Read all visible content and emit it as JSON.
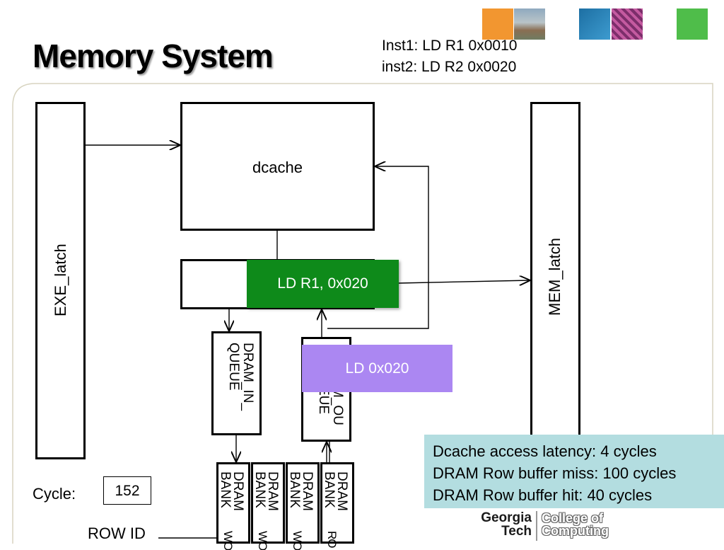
{
  "slide": {
    "title": "Memory System",
    "instructions": [
      "Inst1: LD R1 0x0010",
      "inst2: LD R2 0x0020"
    ]
  },
  "diagram": {
    "exe_latch": "EXE_latch",
    "dcache": "dcache",
    "mem_latch": "MEM_latch",
    "dram_in_queue": "DRAM_IN_\nQUEUE",
    "dram_out_queue": "M_OU\nEUE",
    "ld_r1_box": "LD R1, 0x020",
    "ld_addr_box": "LD 0x020",
    "banks": [
      "DRAM\nBANK",
      "DRAM\nBANK",
      "DRAM\nBANK",
      "DRAM\nBANK"
    ],
    "bank_bottom_labels": [
      "WO",
      "WO",
      "WO",
      "RO"
    ],
    "cycle_label": "Cycle:",
    "cycle_value": "152",
    "row_id_label": "ROW ID"
  },
  "info_box": {
    "lines": [
      "Dcache access latency: 4 cycles",
      "DRAM Row buffer miss: 100 cycles",
      "DRAM Row buffer hit: 40 cycles"
    ]
  },
  "footer": {
    "logo_line1": "Georgia",
    "logo_line2": "Tech",
    "college_line1": "College of",
    "college_line2": "Computing"
  },
  "colors": {
    "green_box": "#0e8a1a",
    "purple_box": "#ab87f2",
    "info_box": "#b3dde0",
    "thumb_orange": "#f29630",
    "thumb_blue": "#2a7fb0",
    "thumb_green": "#4fbd4a"
  }
}
